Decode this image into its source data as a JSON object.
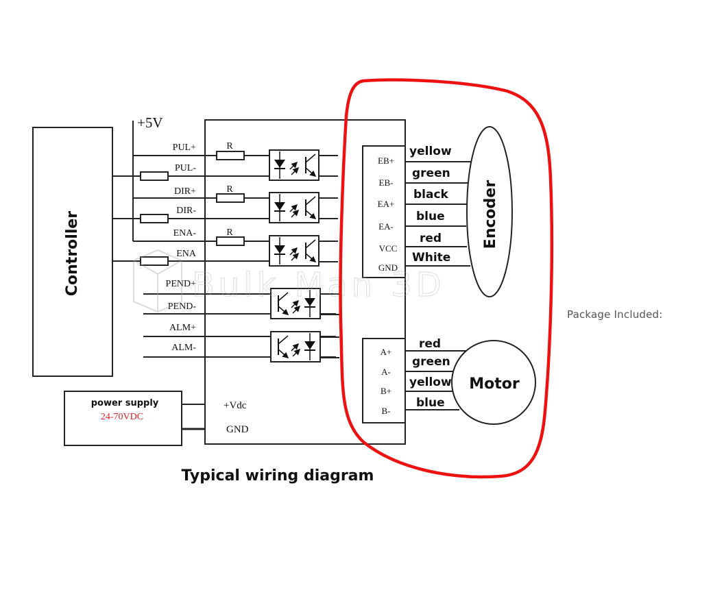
{
  "title": "Typical wiring diagram",
  "side_note": "Package Included:",
  "watermark": "Bulk Man 3D",
  "controller": {
    "label": "Controller"
  },
  "supply": {
    "label": "+5V"
  },
  "input_signals": [
    {
      "label": "PUL+",
      "resistor": "R"
    },
    {
      "label": "PUL-"
    },
    {
      "label": "DIR+",
      "resistor": "R"
    },
    {
      "label": "DIR-"
    },
    {
      "label": "ENA-",
      "resistor": "R"
    },
    {
      "label": "ENA"
    }
  ],
  "output_signals": [
    {
      "label": "PEND+"
    },
    {
      "label": "PEND-"
    },
    {
      "label": "ALM+"
    },
    {
      "label": "ALM-"
    }
  ],
  "power_supply": {
    "label": "power supply",
    "rating": "24-70VDC",
    "rating_color": "#e0202a",
    "terminals": [
      "+Vdc",
      "GND"
    ]
  },
  "encoder": {
    "label": "Encoder",
    "pins": [
      "EB+",
      "EB-",
      "EA+",
      "EA-",
      "VCC",
      "GND"
    ],
    "wires": [
      "yellow",
      "green",
      "black",
      "blue",
      "red",
      "White"
    ]
  },
  "motor": {
    "label": "Motor",
    "pins": [
      "A+",
      "A-",
      "B+",
      "B-"
    ],
    "wires": [
      "red",
      "green",
      "yellow",
      "blue"
    ]
  },
  "highlight_color": "#ee1111"
}
